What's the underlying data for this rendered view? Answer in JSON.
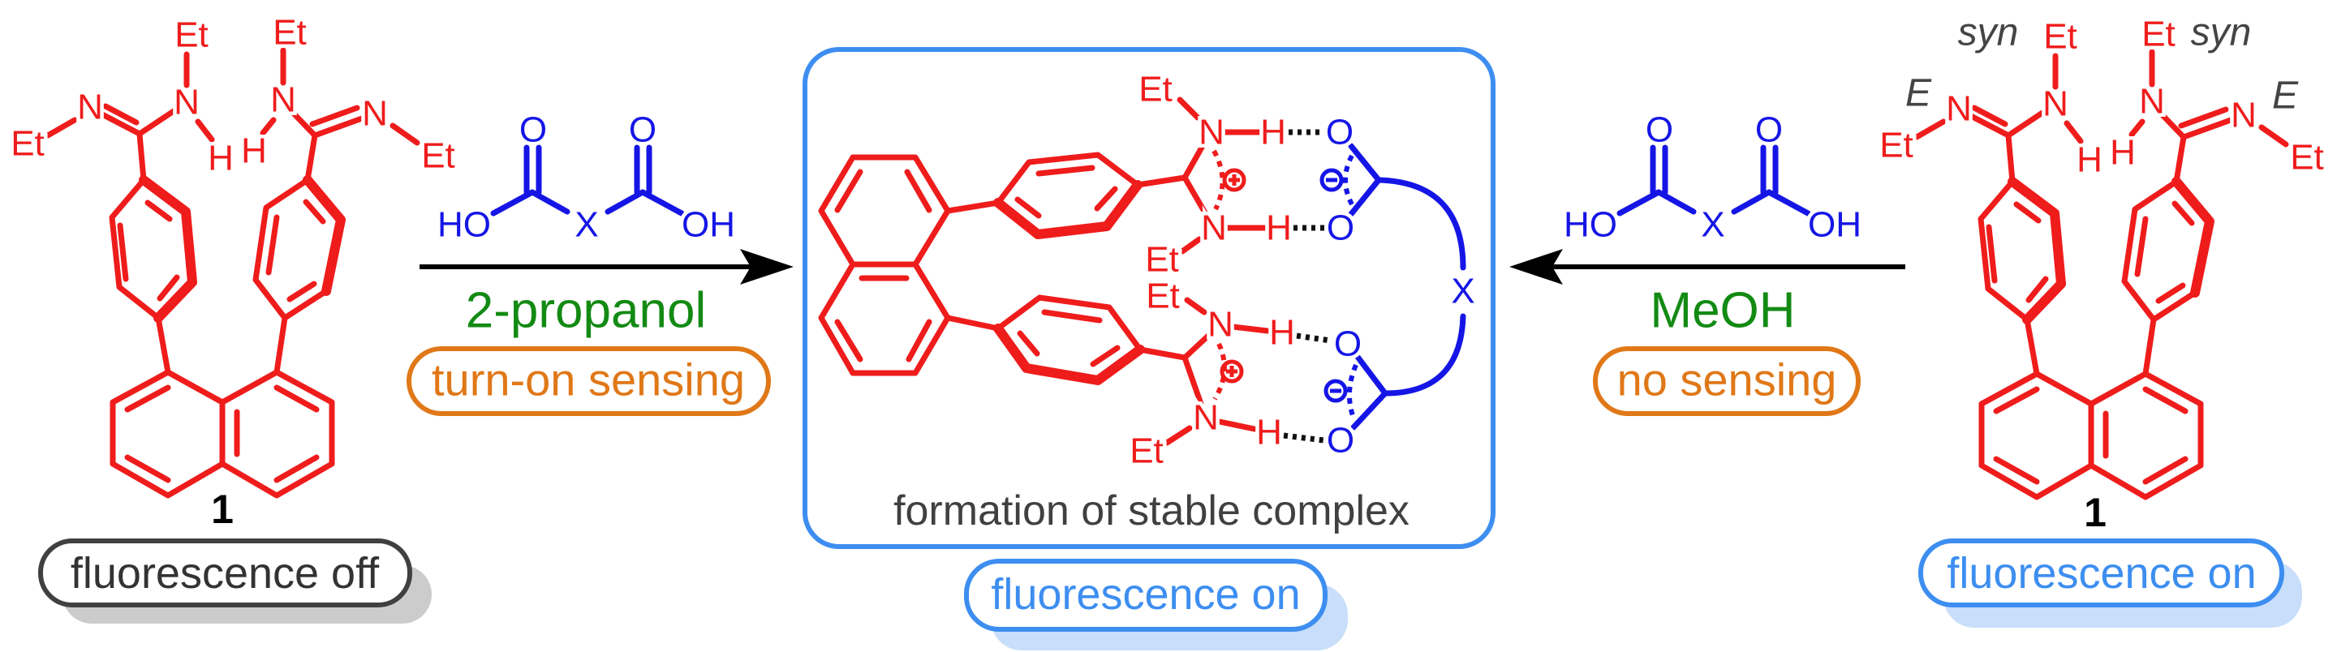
{
  "atoms": {
    "et": "Et",
    "n": "N",
    "h": "H",
    "o": "O",
    "ho": "HO",
    "oh": "OH",
    "x": "X"
  },
  "left_molecule": {
    "compound_label": "1",
    "status": "fluorescence off"
  },
  "left_arrow": {
    "solvent": "2-propanol",
    "note": "turn-on sensing"
  },
  "complex": {
    "caption": "formation of stable complex",
    "status": "fluorescence on"
  },
  "right_arrow": {
    "solvent": "MeOH",
    "note": "no sensing"
  },
  "right_molecule": {
    "compound_label": "1",
    "status": "fluorescence on",
    "syn": "syn",
    "E": "E"
  },
  "colors": {
    "molecule": "#ef1c1c",
    "acid": "#1515e6",
    "solvent": "#138a13",
    "note": "#e07818",
    "complex_box": "#3d8ef0",
    "off_pill": "#404040"
  }
}
